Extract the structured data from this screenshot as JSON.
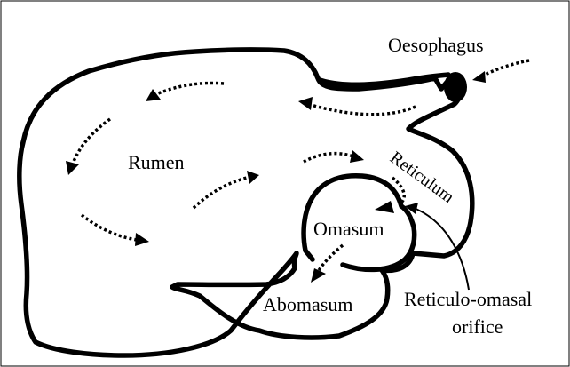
{
  "labels": {
    "oesophagus": "Oesophagus",
    "rumen": "Rumen",
    "reticulum": "Reticulum",
    "omasum": "Omasum",
    "abomasum": "Abomasum",
    "orifice_line1": "Reticulo-omasal",
    "orifice_line2": "orifice"
  },
  "icons": [
    "flow-arrow-icon",
    "pointer-arrow-icon"
  ],
  "colors": {
    "ink": "#000000",
    "background": "#ffffff"
  }
}
